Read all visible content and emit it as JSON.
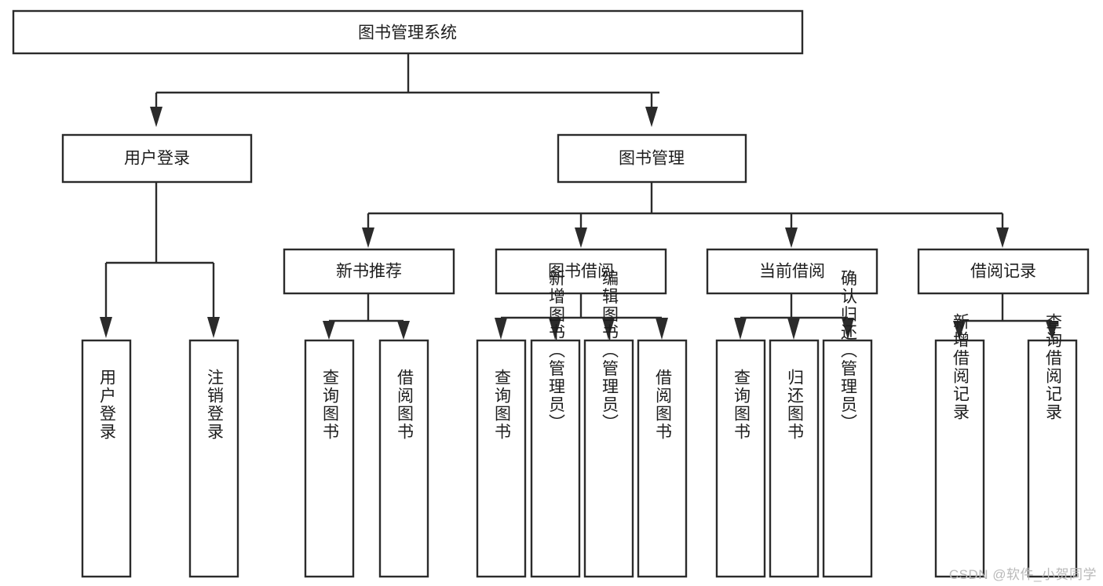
{
  "diagram": {
    "title": "图书管理系统",
    "type": "tree-hierarchy-diagram",
    "root": {
      "label": "图书管理系统"
    },
    "level2": [
      {
        "label": "用户登录"
      },
      {
        "label": "图书管理"
      }
    ],
    "level3": [
      {
        "label": "新书推荐"
      },
      {
        "label": "图书借阅"
      },
      {
        "label": "当前借阅"
      },
      {
        "label": "借阅记录"
      }
    ],
    "leaves": {
      "user_login": [
        {
          "label": "用户登录"
        },
        {
          "label": "注销登录"
        }
      ],
      "new_book_recommend": [
        {
          "label": "查询图书"
        },
        {
          "label": "借阅图书"
        }
      ],
      "book_borrow": [
        {
          "label": "查询图书"
        },
        {
          "label": "新增图书（管理员）"
        },
        {
          "label": "编辑图书（管理员）"
        },
        {
          "label": "借阅图书"
        }
      ],
      "current_borrow": [
        {
          "label": "查询图书"
        },
        {
          "label": "归还图书"
        },
        {
          "label": "确认归还（管理员）"
        }
      ],
      "borrow_record": [
        {
          "label": "新增借阅记录"
        },
        {
          "label": "查询借阅记录"
        }
      ]
    },
    "watermark": "CSDN @软件_小贺同学",
    "colors": {
      "background": "#ffffff",
      "box_fill": "#ffffff",
      "stroke": "#2b2b2b",
      "text": "#1d1d1d",
      "watermark": "#b9b9b9"
    }
  }
}
